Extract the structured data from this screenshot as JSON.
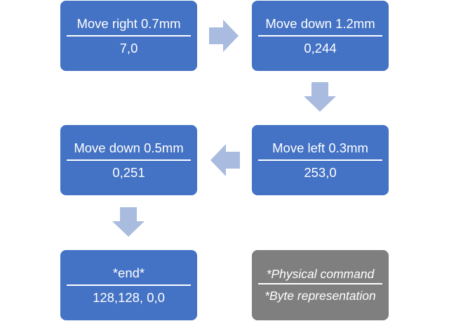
{
  "steps": [
    {
      "command": "Move right 0.7mm",
      "bytes": "7,0"
    },
    {
      "command": "Move down 1.2mm",
      "bytes": "0,244"
    },
    {
      "command": "Move down 0.5mm",
      "bytes": "0,251"
    },
    {
      "command": "Move left 0.3mm",
      "bytes": "253,0"
    },
    {
      "command": "*end*",
      "bytes": "128,128,  0,0"
    }
  ],
  "legend": {
    "command_label": "*Physical command",
    "bytes_label": "*Byte representation"
  },
  "colors": {
    "step_box": "#4472c4",
    "legend_box": "#7f7f7f",
    "arrow": "#a9bbdf",
    "text": "#ffffff"
  }
}
